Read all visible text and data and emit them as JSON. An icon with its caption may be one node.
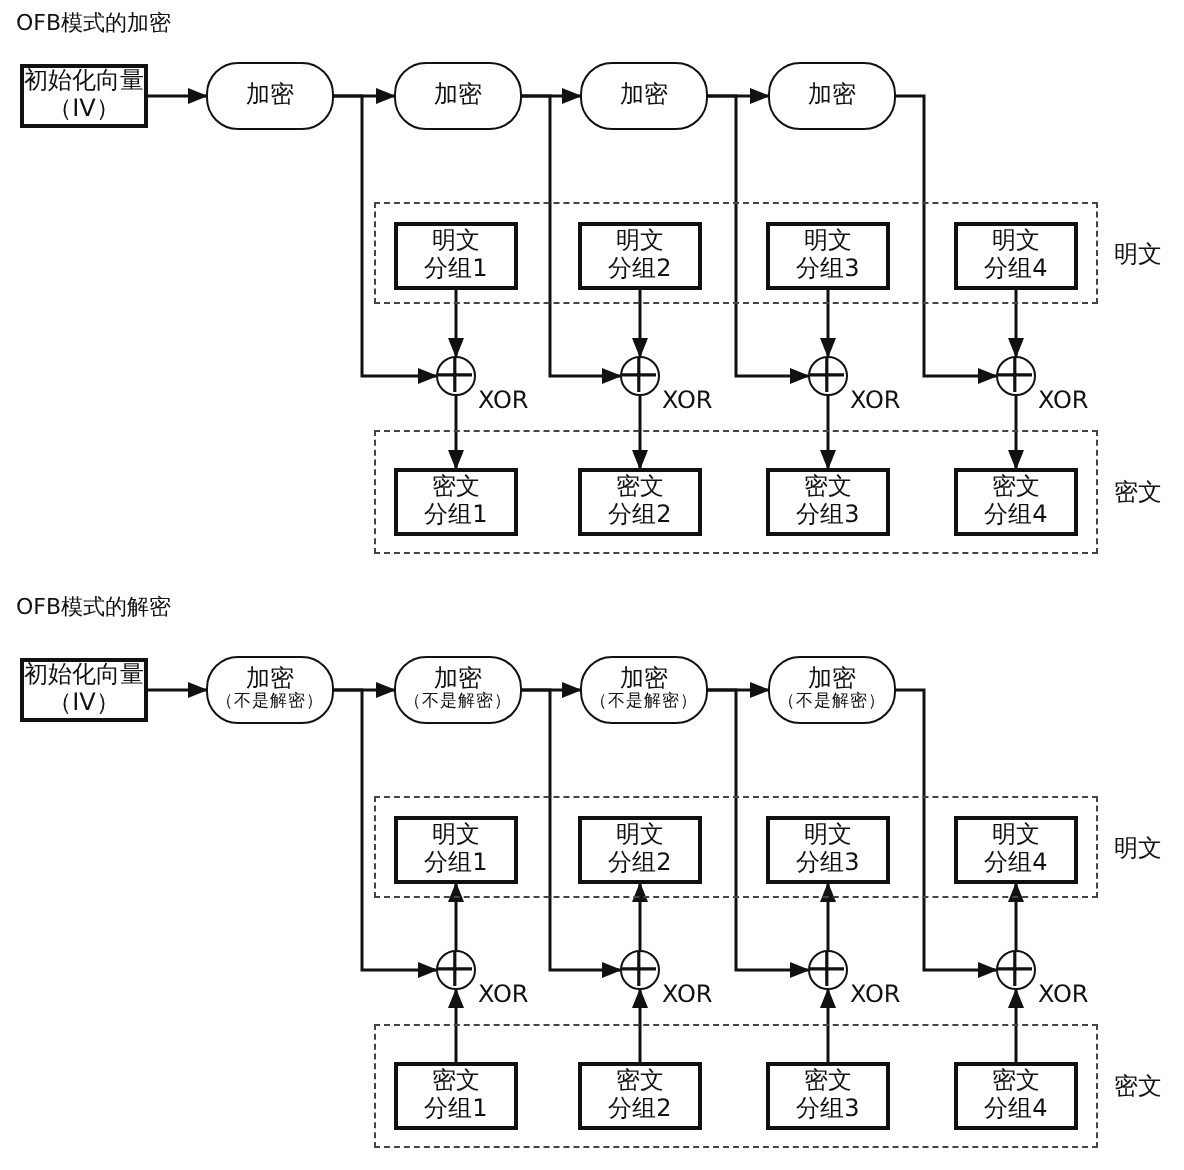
{
  "diagram": {
    "nodes": [
      {
        "text": [
          "初始化向量（IV）"
        ]
      },
      {
        "text": [
          "加密"
        ]
      },
      {
        "text": [
          "加密"
        ]
      },
      {
        "text": [
          "加密"
        ]
      },
      {
        "text": [
          "加密"
        ]
      },
      {
        "text": [],
        "shape": "box",
        "beside": [
          "明文"
        ]
      },
      {
        "text": [
          "明文分组1"
        ],
        "in": 5
      },
      {
        "text": [
          "明文分组2"
        ],
        "in": 5
      },
      {
        "text": [
          "明文分组3"
        ],
        "in": 5
      },
      {
        "text": [
          "明文分组4"
        ],
        "in": 5
      },
      {
        "text": [],
        "shape": "box",
        "beside": [
          "密文"
        ]
      },
      {
        "text": [
          "密文分组1"
        ],
        "in": 10
      },
      {
        "text": [
          "密文分组2"
        ],
        "in": 10
      },
      {
        "text": [
          "密文分组3"
        ],
        "in": 10
      },
      {
        "text": [
          "密文分组4"
        ],
        "in": 10
      },
      {
        "text": [],
        "shape": "circle",
        "beside": [
          "XOR"
        ]
      },
      {
        "text": [],
        "shape": "circle",
        "beside": [
          "XOR"
        ]
      },
      {
        "text": [],
        "shape": "circle",
        "beside": [
          "XOR"
        ]
      },
      {
        "text": [],
        "shape": "circle",
        "beside": [
          "XOR"
        ]
      },
      {
        "text": [
          "初始化向量（IV）"
        ]
      },
      {
        "text": [
          "加密",
          "（不是解密）"
        ]
      },
      {
        "text": [
          "加密",
          "（不是解密）"
        ]
      },
      {
        "text": [
          "加密",
          "（不是解密）"
        ]
      },
      {
        "text": [
          "加密",
          "（不是解密）"
        ]
      },
      {
        "text": [],
        "shape": "box",
        "beside": [
          "明文"
        ]
      },
      {
        "text": [
          "明文分组1"
        ],
        "in": 24
      },
      {
        "text": [
          "明文分组2"
        ],
        "in": 24
      },
      {
        "text": [
          "明文分组3"
        ],
        "in": 24
      },
      {
        "text": [
          "明文分组4"
        ],
        "in": 24
      },
      {
        "text": [],
        "shape": "box",
        "beside": [
          "密文"
        ]
      },
      {
        "text": [
          "密文分组1"
        ],
        "in": 29
      },
      {
        "text": [
          "密文分组2"
        ],
        "in": 29
      },
      {
        "text": [
          "密文分组3"
        ],
        "in": 29
      },
      {
        "text": [
          "密文分组4"
        ],
        "in": 29
      },
      {
        "text": [],
        "shape": "circle",
        "beside": [
          "XOR"
        ]
      },
      {
        "text": [],
        "shape": "circle",
        "beside": [
          "XOR"
        ]
      },
      {
        "text": [],
        "shape": "circle",
        "beside": [
          "XOR"
        ]
      },
      {
        "text": [],
        "shape": "circle",
        "beside": [
          "XOR"
        ]
      }
    ],
    "edges": [
      {
        "from": 0,
        "to": 1,
        "arrow": "to"
      },
      {
        "from": 1,
        "to": 2,
        "arrow": "to"
      },
      {
        "from": 2,
        "to": 3,
        "arrow": "to"
      },
      {
        "from": 3,
        "to": 4,
        "arrow": "to"
      },
      {
        "from": 1,
        "to": 15,
        "arrow": "to"
      },
      {
        "from": 2,
        "to": 16,
        "arrow": "to"
      },
      {
        "from": 3,
        "to": 17,
        "arrow": "to"
      },
      {
        "from": 4,
        "to": 18,
        "arrow": "to"
      },
      {
        "from": 6,
        "to": 15,
        "arrow": "to"
      },
      {
        "from": 7,
        "to": 16,
        "arrow": "to"
      },
      {
        "from": 8,
        "to": 17,
        "arrow": "to"
      },
      {
        "from": 9,
        "to": 18,
        "arrow": "to"
      },
      {
        "from": 15,
        "to": 11,
        "arrow": "to"
      },
      {
        "from": 16,
        "to": 12,
        "arrow": "to"
      },
      {
        "from": 17,
        "to": 13,
        "arrow": "to"
      },
      {
        "from": 18,
        "to": 14,
        "arrow": "to"
      },
      {
        "from": 19,
        "to": 20,
        "arrow": "to"
      },
      {
        "from": 20,
        "to": 21,
        "arrow": "to"
      },
      {
        "from": 21,
        "to": 22,
        "arrow": "to"
      },
      {
        "from": 22,
        "to": 23,
        "arrow": "to"
      },
      {
        "from": 20,
        "to": 34,
        "arrow": "to"
      },
      {
        "from": 21,
        "to": 35,
        "arrow": "to"
      },
      {
        "from": 22,
        "to": 36,
        "arrow": "to"
      },
      {
        "from": 23,
        "to": 37,
        "arrow": "to"
      },
      {
        "from": 30,
        "to": 34,
        "arrow": "to"
      },
      {
        "from": 31,
        "to": 35,
        "arrow": "to"
      },
      {
        "from": 32,
        "to": 36,
        "arrow": "to"
      },
      {
        "from": 33,
        "to": 37,
        "arrow": "to"
      },
      {
        "from": 34,
        "to": 25,
        "arrow": "to"
      },
      {
        "from": 35,
        "to": 26,
        "arrow": "to"
      },
      {
        "from": 36,
        "to": 27,
        "arrow": "to"
      },
      {
        "from": 37,
        "to": 28,
        "arrow": "to"
      }
    ],
    "labels": [
      "OFB模式的加密",
      "OFB模式的解密"
    ]
  }
}
